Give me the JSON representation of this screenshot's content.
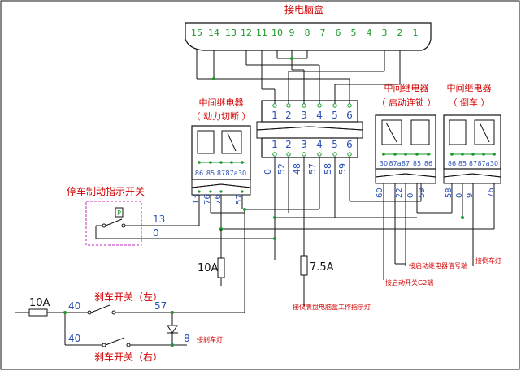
{
  "ecu_box": {
    "title": "接电脑盒",
    "pins": [
      "15",
      "14",
      "13",
      "12",
      "11",
      "10",
      "9",
      "8",
      "7",
      "6",
      "5",
      "4",
      "3",
      "2",
      "1"
    ]
  },
  "relay_power": {
    "title": "中间继电器",
    "subtitle": "（ 动力切断 ）",
    "pins": [
      "86",
      "85",
      "87",
      "87a",
      "30"
    ],
    "wires": [
      "13",
      "76",
      "76",
      "57"
    ]
  },
  "connector": {
    "top_pins": [
      "1",
      "2",
      "3",
      "4",
      "5",
      "6"
    ],
    "bottom_pins": [
      "1",
      "2",
      "3",
      "4",
      "5",
      "6"
    ],
    "wires": [
      "0",
      "52",
      "48",
      "57",
      "58",
      "59"
    ]
  },
  "relay_start": {
    "title": "中间继电器",
    "subtitle": "（ 启动连锁 ）",
    "pins": [
      "30",
      "87a",
      "87",
      "85",
      "86"
    ],
    "wires": [
      "60",
      "22",
      "0",
      "59"
    ]
  },
  "relay_reverse": {
    "title": "中间继电器",
    "subtitle": "（ 倒车 ）",
    "pins": [
      "86",
      "85",
      "87",
      "87a",
      "30"
    ],
    "wires": [
      "58",
      "0",
      "9",
      "76"
    ]
  },
  "park_switch": {
    "label": "停车制动指示开关",
    "marker": "P",
    "wires": [
      "13",
      "0"
    ]
  },
  "fuses": {
    "f1": "10A",
    "f2": "7.5A",
    "main": "10A"
  },
  "notes": {
    "start_relay_coil": "接启动继电器信号端",
    "start_switch_g2": "接启动开关G2端",
    "reverse_lamp": "接倒车灯",
    "dash_ecu_lamp": "接仪表盘电脑盒工作指示灯",
    "brake_lamp": "接刹车灯"
  },
  "brake": {
    "switch_left": "刹车开关（左）",
    "switch_right": "刹车开关（右）",
    "w40a": "40",
    "w40b": "40",
    "w57": "57",
    "w8": "8"
  },
  "colors": {
    "line": "#111111",
    "red_text": "#d40000",
    "blue_text": "#2a4fb8",
    "pin_green": "#1a9a2a",
    "dashed_box": "#c026c0"
  }
}
